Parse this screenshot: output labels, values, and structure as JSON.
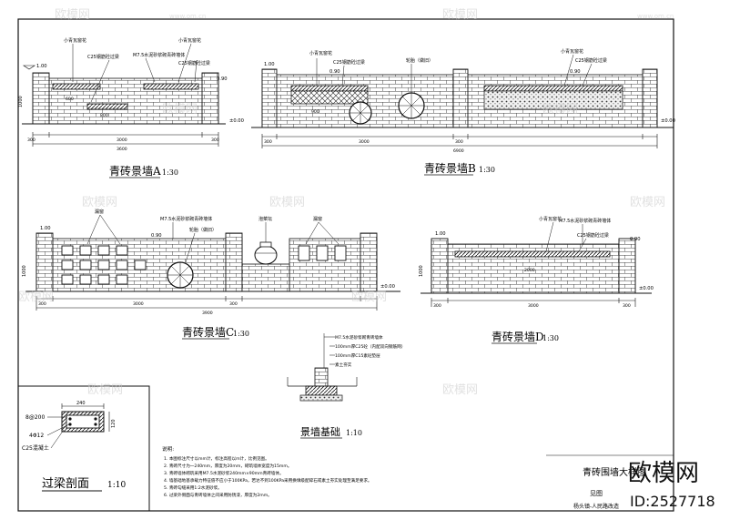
{
  "drawing": {
    "sheet_title": "青砖围墙大样图",
    "sheet_type": "见图",
    "project": "杨头镇-人民路改造",
    "watermark_site": "www.om.cn",
    "watermark_brand": "欧模网",
    "watermark_id": "ID:2527718"
  },
  "elevation_a": {
    "title": "青砖景墙A",
    "scale": "1:30",
    "top_elev": "1.00",
    "ground_elev": "±0.00",
    "side_height": "1000",
    "callout_window_left": "小青瓦窗花",
    "callout_window_right": "小青瓦窗花",
    "callout_beam": "C25钢筋砼过梁",
    "callout_mortar": "M7.5水泥砂浆砌青砖墙体",
    "callout_beam_right": "C25钢筋砼过梁",
    "elev_right": "0.90",
    "dim_inner": "800",
    "dim_mid": "600",
    "dim_left": "300",
    "dim_center": "3000",
    "dim_right": "300",
    "dim_total": "3600"
  },
  "elevation_b": {
    "title": "青砖景墙B",
    "scale": "1:30",
    "top_elev": "1.00",
    "ground_elev": "±0.00",
    "callout_window": "小青瓦窗花",
    "callout_beam": "C25钢筋砼过梁",
    "callout_wheel": "轮胎（做旧）",
    "callout_window_right": "小青瓦窗花",
    "callout_beam_right": "C25钢筋砼过梁",
    "elev_mid": "0.90",
    "elev_right": "0.90",
    "dim_inner": "900",
    "dim_left": "300",
    "dim_center": "3000",
    "dim_right": "300",
    "dim_total": "6900"
  },
  "elevation_c": {
    "title": "青砖景墙C",
    "scale": "1:30",
    "top_elev": "1.00",
    "ground_elev": "±0.00",
    "side_height": "1000",
    "callout_glaze": "漏窗",
    "callout_mortar": "M7.5水泥砂浆砌青砖墙体",
    "callout_wheel": "轮胎（做旧）",
    "callout_jar": "泡菜坛",
    "callout_glaze_right": "漏窗",
    "elev_mid": "0.90",
    "dim_left": "300",
    "dim_center": "3000",
    "dim_right": "300",
    "dim_total": "3900"
  },
  "elevation_d": {
    "title": "青砖景墙D",
    "scale": "1:30",
    "top_elev": "1.00",
    "ground_elev": "±0.00",
    "side_height": "1000",
    "callout_window": "小青瓦窗花",
    "callout_mortar": "M7.5水泥砂浆砌青砖墙体",
    "callout_beam": "C25钢筋砼过梁",
    "elev_right": "0.90",
    "dim_inner": "2000",
    "dim_left": "300",
    "dim_center": "3000",
    "dim_right": "300"
  },
  "foundation": {
    "title": "景墙基础",
    "scale": "1:10",
    "note1": "M7.5水泥砂浆砌青砖墙体",
    "note2": "100mm厚C25砼（内配双向钢筋网）",
    "note3": "100mm厚C15素砼垫层",
    "note4": "素土夯实"
  },
  "beam_section": {
    "title": "过梁剖面",
    "scale": "1:10",
    "width": "240",
    "height": "120",
    "stirrup": "8@200",
    "rebar": "4Φ12",
    "concrete": "C25混凝土"
  },
  "notes": {
    "heading": "说明:",
    "lines": [
      "1. 本图标注尺寸以mm计，标注高程以m计，比例见图。",
      "2. 青砖尺寸为一240mm，厚度为20mm，砌筑墙体宽度为15mm。",
      "3. 青砖墙体砌筑采用M7.5水泥砂浆240mm×90mm青砖墙体。",
      "4. 墙基础地基承载力特征值不应小于100KPa，若达不到100KPa采用换填级配碎石或素土夯实处理至满足要求。",
      "5. 青砖勾缝采用1:2水泥砂浆。",
      "6. 过梁外侧面与青砖墙体之间采用防锈漆，厚度为2mm。"
    ]
  }
}
